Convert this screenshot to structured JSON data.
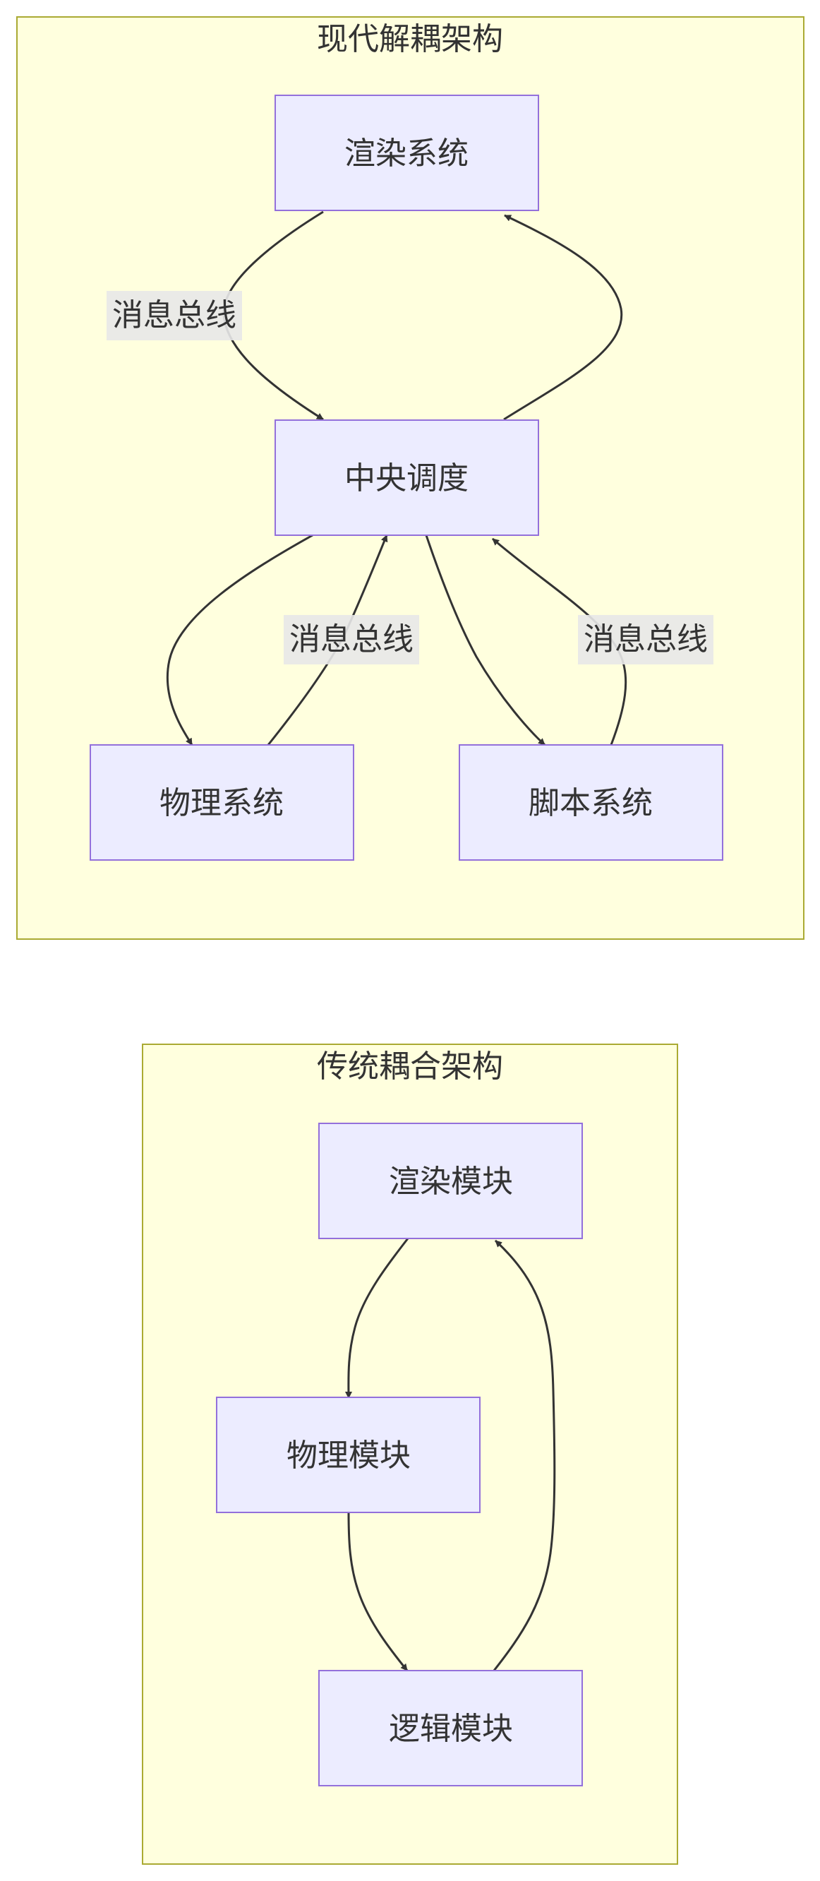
{
  "clusters": {
    "modern": {
      "title": "现代解耦架构"
    },
    "traditional": {
      "title": "传统耦合架构"
    }
  },
  "nodes": {
    "render_system": "渲染系统",
    "central_scheduler": "中央调度",
    "physics_system": "物理系统",
    "script_system": "脚本系统",
    "render_module": "渲染模块",
    "physics_module": "物理模块",
    "logic_module": "逻辑模块"
  },
  "edges": {
    "render_to_central": "消息总线",
    "physics_to_central": "消息总线",
    "script_to_central": "消息总线"
  },
  "colors": {
    "cluster_fill": "#ffffde",
    "cluster_stroke": "#aaaa33",
    "node_fill": "#ececff",
    "node_stroke": "#9370db",
    "edge": "#333333",
    "label_bg": "#e8e8e8",
    "text": "#333333"
  }
}
